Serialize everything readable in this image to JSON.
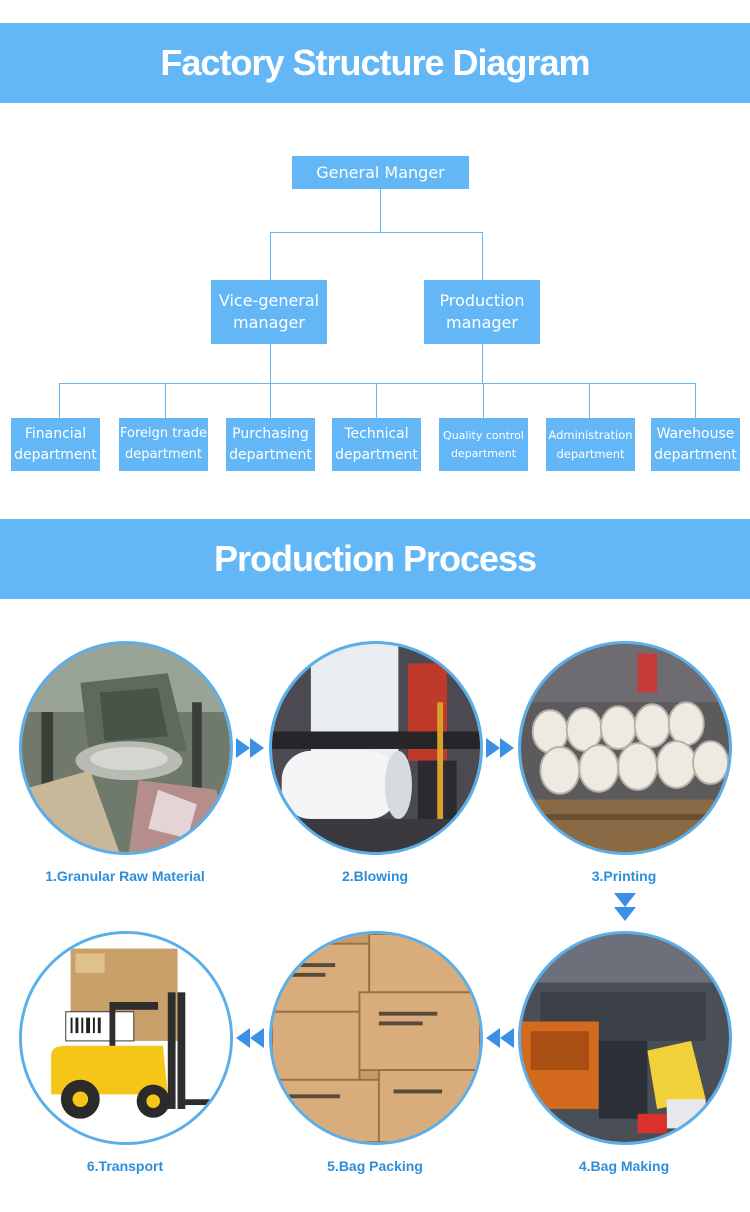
{
  "structure": {
    "title": "Factory Structure Diagram",
    "general_manager": "General Manger",
    "vice_general_manager": [
      "Vice-general",
      "manager"
    ],
    "production_manager": [
      "Production",
      "manager"
    ],
    "departments": [
      [
        "Financial",
        "department"
      ],
      [
        "Foreign trade",
        "department"
      ],
      [
        "Purchasing",
        "department"
      ],
      [
        "Technical",
        "department"
      ],
      [
        "Quality control",
        "department"
      ],
      [
        "Administration",
        "department"
      ],
      [
        "Warehouse",
        "department"
      ]
    ]
  },
  "process": {
    "title": "Production Process",
    "steps": [
      "1.Granular Raw Material",
      "2.Blowing",
      "3.Printing",
      "4.Bag Making",
      "5.Bag Packing",
      "6.Transport"
    ]
  },
  "colors": {
    "accent": "#63b7f7",
    "label": "#2f8ed8",
    "arrow": "#3a8fe6"
  },
  "icons": [
    "double-right-arrow-icon",
    "double-down-arrow-icon",
    "double-left-arrow-icon"
  ]
}
